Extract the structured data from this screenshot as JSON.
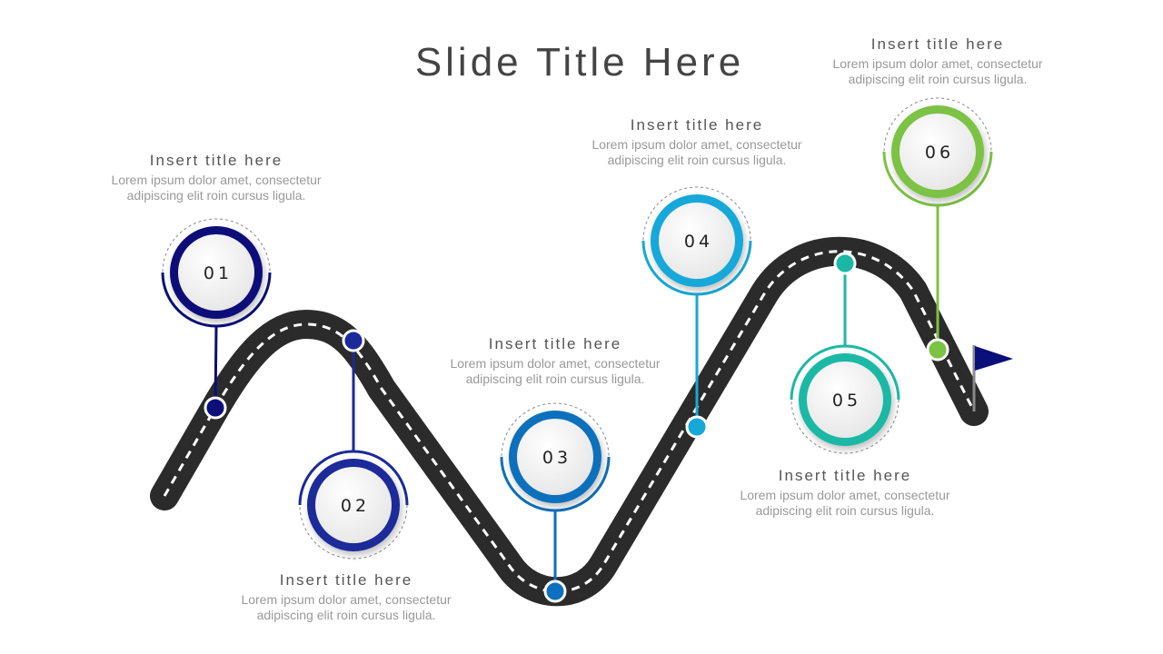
{
  "slide": {
    "title": "Slide Title Here"
  },
  "road_color": "#2b2b2b",
  "flag_color": "#0a0f7a",
  "steps": [
    {
      "number": "01",
      "title": "Insert title here",
      "body_line1": "Lorem ipsum dolor amet, consectetur",
      "body_line2": "adipiscing elit roin cursus ligula.",
      "color": "#0a0f7a"
    },
    {
      "number": "02",
      "title": "Insert title here",
      "body_line1": "Lorem ipsum dolor amet, consectetur",
      "body_line2": "adipiscing elit roin cursus ligula.",
      "color": "#1b2a9a"
    },
    {
      "number": "03",
      "title": "Insert title here",
      "body_line1": "Lorem ipsum dolor amet, consectetur",
      "body_line2": "adipiscing elit roin cursus ligula.",
      "color": "#0d6fbd"
    },
    {
      "number": "04",
      "title": "Insert title here",
      "body_line1": "Lorem ipsum dolor amet, consectetur",
      "body_line2": "adipiscing elit roin cursus ligula.",
      "color": "#16a8d8"
    },
    {
      "number": "05",
      "title": "Insert title here",
      "body_line1": "Lorem ipsum dolor amet, consectetur",
      "body_line2": "adipiscing elit roin cursus ligula.",
      "color": "#1bb8a6"
    },
    {
      "number": "06",
      "title": "Insert title here",
      "body_line1": "Lorem ipsum dolor amet, consectetur",
      "body_line2": "adipiscing elit roin cursus ligula.",
      "color": "#7cc245"
    }
  ]
}
